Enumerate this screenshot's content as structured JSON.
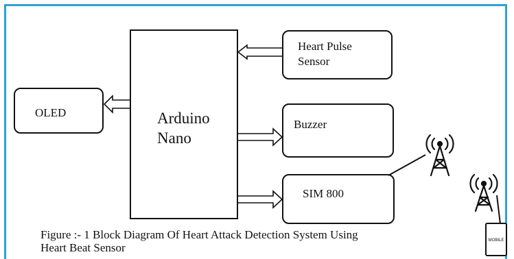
{
  "blocks": {
    "arduino": {
      "line1": "Arduino",
      "line2": "Nano"
    },
    "heart_sensor": {
      "line1": "Heart Pulse",
      "line2": "Sensor"
    },
    "oled": {
      "label": "OLED"
    },
    "buzzer": {
      "label": "Buzzer"
    },
    "sim800": {
      "label": "SIM 800"
    },
    "mobile": {
      "label": "MOBILE"
    }
  },
  "caption": {
    "line1": "Figure :- 1 Block Diagram Of Heart Attack Detection System Using",
    "line2": "Heart Beat Sensor"
  },
  "icons": [
    "tower-icon",
    "tower-icon",
    "mobile-phone-icon"
  ],
  "colors": {
    "frame": "#2aa3d6",
    "stroke": "#111111"
  }
}
